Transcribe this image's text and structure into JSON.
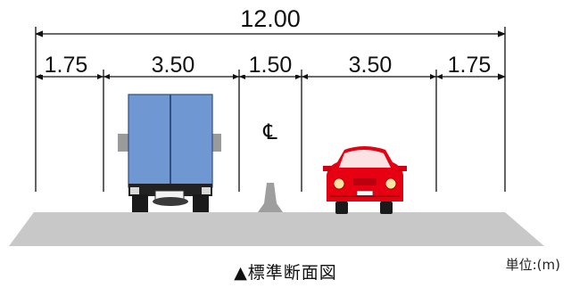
{
  "diagram": {
    "total_width_label": "12.00",
    "segments": [
      "1.75",
      "3.50",
      "1.50",
      "3.50",
      "1.75"
    ],
    "centerline_symbol": "℄",
    "unit_label": "単位:(m)",
    "caption": "▲標準断面図",
    "colors": {
      "road": "#c8c8c8",
      "truck_body": "#6f97d2",
      "car_body": "#e60012"
    }
  }
}
